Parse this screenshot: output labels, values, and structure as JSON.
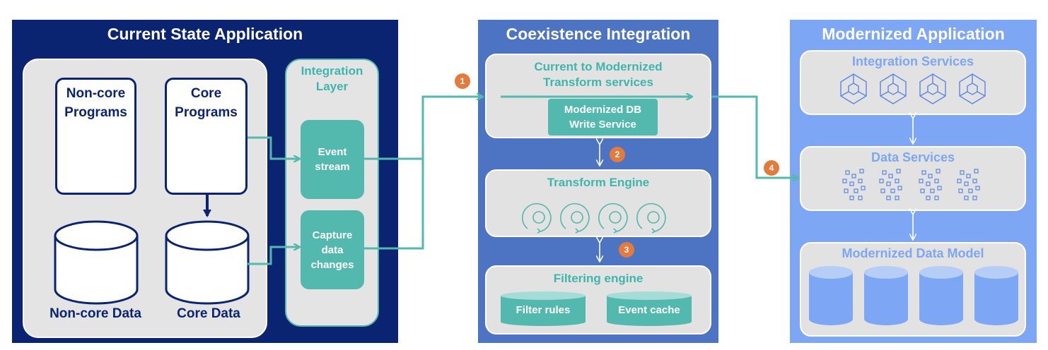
{
  "colors": {
    "navy": "#0b2471",
    "coexistence_blue": "#4d74c2",
    "modernized_blue": "#7da6f4",
    "teal": "#53b8ae",
    "badge_orange": "#e47b3d",
    "light_grey": "#e4e4e4"
  },
  "current": {
    "title": "Current State Application",
    "noncore_programs": [
      "Non-core",
      "Programs"
    ],
    "core_programs": [
      "Core",
      "Programs"
    ],
    "noncore_data": "Non-core Data",
    "core_data": "Core Data",
    "integration_layer": [
      "Integration",
      "Layer"
    ],
    "event_stream": [
      "Event",
      "stream"
    ],
    "capture": [
      "Capture",
      "data",
      "changes"
    ]
  },
  "coexistence": {
    "title": "Coexistence Integration",
    "transform_services": [
      "Current  to Modernized",
      "Transform services"
    ],
    "db_write": [
      "Modernized DB",
      "Write Service"
    ],
    "transform_engine": "Transform Engine",
    "filtering_engine": "Filtering engine",
    "filter_rules": "Filter rules",
    "event_cache": "Event cache"
  },
  "modernized": {
    "title": "Modernized Application",
    "integration_services": "Integration Services",
    "data_services": "Data Services",
    "data_model": "Modernized Data Model"
  },
  "badges": [
    "1",
    "2",
    "3",
    "4"
  ],
  "icons": {
    "integration": "hexagon-network-icon",
    "data": "scattered-squares-icon",
    "transform": "cycle-gear-icon",
    "database": "cylinder-database-icon"
  }
}
